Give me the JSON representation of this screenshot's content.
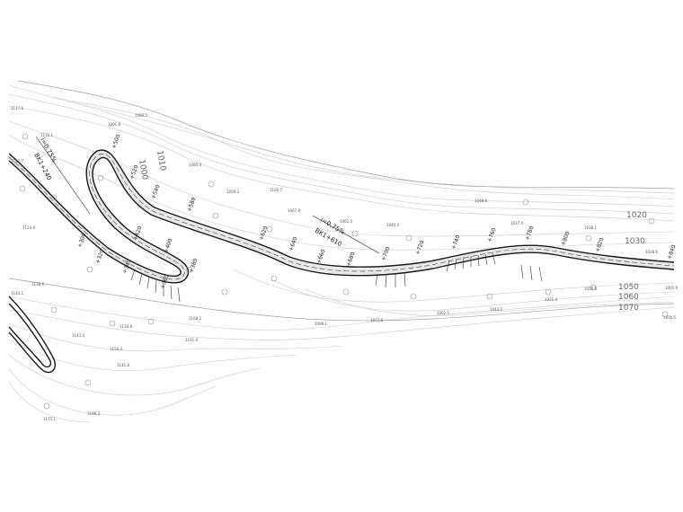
{
  "annotations": {
    "grade_1": "i=0.75%",
    "station_1": "BK1+240",
    "grade_2": "i=0.75%",
    "station_2": "BK1+610"
  },
  "contour_labels": [
    "1000",
    "1010",
    "1020",
    "1030",
    "1050",
    "1060",
    "1070"
  ],
  "station_marks": [
    "+300",
    "+320",
    "+340",
    "+360",
    "+380",
    "+400",
    "+420",
    "+500",
    "+520",
    "+540",
    "+580",
    "+620",
    "+640",
    "+660",
    "+680",
    "+700",
    "+720",
    "+740",
    "+760",
    "+780",
    "+800",
    "+820",
    "+840"
  ],
  "spot_elevations": [
    "1117.6",
    "1091.8",
    "1080.5",
    "1132.1",
    "1117.7",
    "1085.4",
    "1059.3",
    "1124.9",
    "1100.7",
    "1067.8",
    "1061.3",
    "1040.4",
    "1048.8",
    "1037.4",
    "1038.1",
    "1028.6",
    "1026.8",
    "1021.4",
    "1001.9",
    "1016.5",
    "1043.2",
    "1062.5",
    "1077.8",
    "1099.1",
    "1134.8",
    "1143.0",
    "1150.3",
    "1141.8",
    "1175.1",
    "1191.0",
    "1190.3",
    "1168.2",
    "1144.2",
    "1138.6"
  ]
}
